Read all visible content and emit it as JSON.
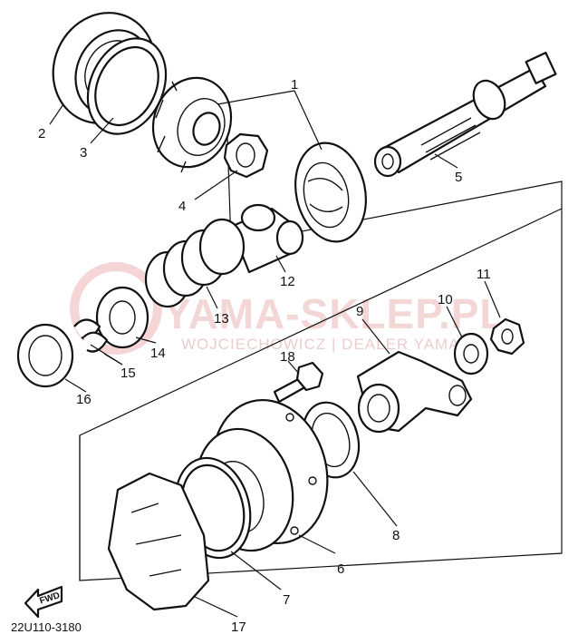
{
  "watermark": {
    "brand": "YAMA-SKLEP.PL",
    "dealer": "WOJCIECHOWICZ | DEALER YAMAHA"
  },
  "diagram_code": "22U110-3180",
  "fwd_label": "FWD",
  "callouts": [
    {
      "id": "1",
      "label": "1"
    },
    {
      "id": "2",
      "label": "2"
    },
    {
      "id": "3",
      "label": "3"
    },
    {
      "id": "4",
      "label": "4"
    },
    {
      "id": "5",
      "label": "5"
    },
    {
      "id": "6",
      "label": "6"
    },
    {
      "id": "7",
      "label": "7"
    },
    {
      "id": "8",
      "label": "8"
    },
    {
      "id": "9",
      "label": "9"
    },
    {
      "id": "10",
      "label": "10"
    },
    {
      "id": "11",
      "label": "11"
    },
    {
      "id": "12",
      "label": "12"
    },
    {
      "id": "13",
      "label": "13"
    },
    {
      "id": "14",
      "label": "14"
    },
    {
      "id": "15",
      "label": "15"
    },
    {
      "id": "16",
      "label": "16"
    },
    {
      "id": "17",
      "label": "17"
    },
    {
      "id": "18",
      "label": "18"
    }
  ]
}
